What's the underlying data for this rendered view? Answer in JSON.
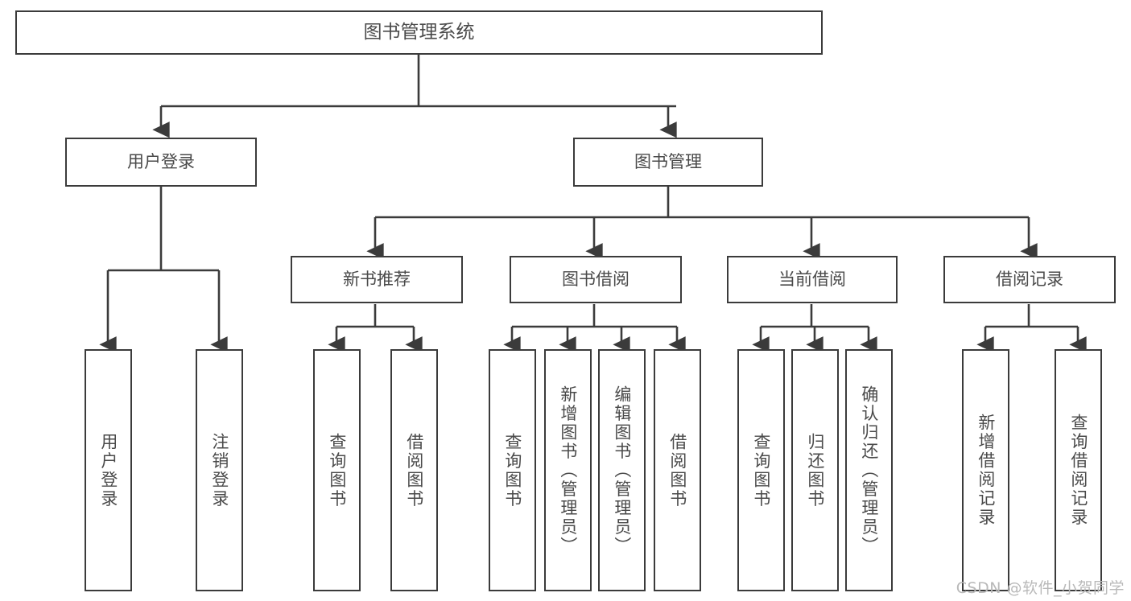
{
  "diagram": {
    "title": "图书管理系统",
    "type": "tree",
    "style": {
      "stroke": "#3b3b3b",
      "text_color": "#4a4a4a",
      "background": "#ffffff",
      "watermark_color": "#b9b9b9"
    },
    "watermark": "CSDN @软件_小贺同学",
    "root": {
      "label": "图书管理系统"
    },
    "level1": [
      {
        "label": "用户登录"
      },
      {
        "label": "图书管理"
      }
    ],
    "level2": [
      {
        "label": "新书推荐"
      },
      {
        "label": "图书借阅"
      },
      {
        "label": "当前借阅"
      },
      {
        "label": "借阅记录"
      }
    ],
    "leaves": {
      "user_login": [
        {
          "label": "用户登录"
        },
        {
          "label": "注销登录"
        }
      ],
      "new_book_recommend": [
        {
          "label": "查询图书"
        },
        {
          "label": "借阅图书"
        }
      ],
      "book_borrow": [
        {
          "label": "查询图书"
        },
        {
          "label": "新增图书（管理员）"
        },
        {
          "label": "编辑图书（管理员）"
        },
        {
          "label": "借阅图书"
        }
      ],
      "current_borrow": [
        {
          "label": "查询图书"
        },
        {
          "label": "归还图书"
        },
        {
          "label": "确认归还（管理员）"
        }
      ],
      "borrow_record": [
        {
          "label": "新增借阅记录"
        },
        {
          "label": "查询借阅记录"
        }
      ]
    }
  }
}
